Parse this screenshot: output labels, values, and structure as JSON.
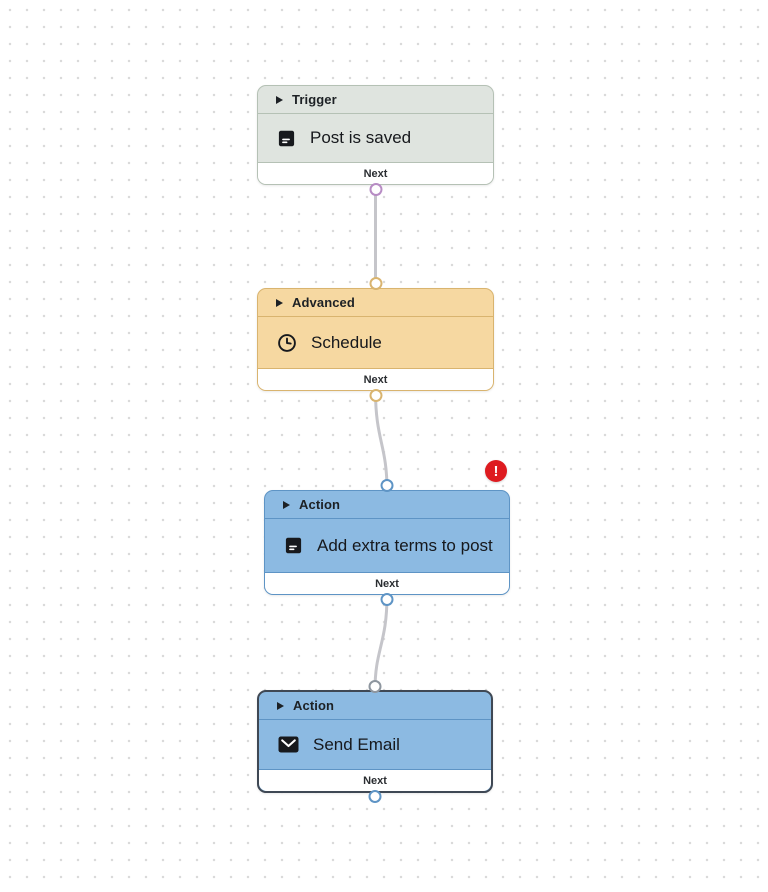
{
  "canvas": {
    "background": "#ffffff",
    "dot_color": "#dadada"
  },
  "nodes": [
    {
      "category": "Trigger",
      "title": "Post is saved",
      "icon": "file-text-icon",
      "footer_label": "Next",
      "colors": {
        "bg": "#dfe4df",
        "border": "#b5c1b5",
        "port_out": "#b78cc4"
      }
    },
    {
      "category": "Advanced",
      "title": "Schedule",
      "icon": "clock-icon",
      "footer_label": "Next",
      "colors": {
        "bg": "#f6d8a1",
        "border": "#d9b46f",
        "port_in": "#d9b46f",
        "port_out": "#d9b46f"
      }
    },
    {
      "category": "Action",
      "title": "Add extra terms to post",
      "icon": "file-text-icon",
      "footer_label": "Next",
      "has_error": true,
      "colors": {
        "bg": "#8cbae2",
        "border": "#5e94c5",
        "port_in": "#5e94c5",
        "port_out": "#5e94c5"
      }
    },
    {
      "category": "Action",
      "title": "Send Email",
      "icon": "mail-icon",
      "footer_label": "Next",
      "selected": true,
      "colors": {
        "bg": "#8cbae2",
        "border": "#3f4854",
        "divider": "#5e94c5",
        "port_in": "#8e969f",
        "port_out": "#5e94c5"
      }
    }
  ],
  "edges": {
    "color": "#c5c5ca"
  },
  "error_badge": {
    "color": "#de1b20",
    "symbol": "!"
  }
}
